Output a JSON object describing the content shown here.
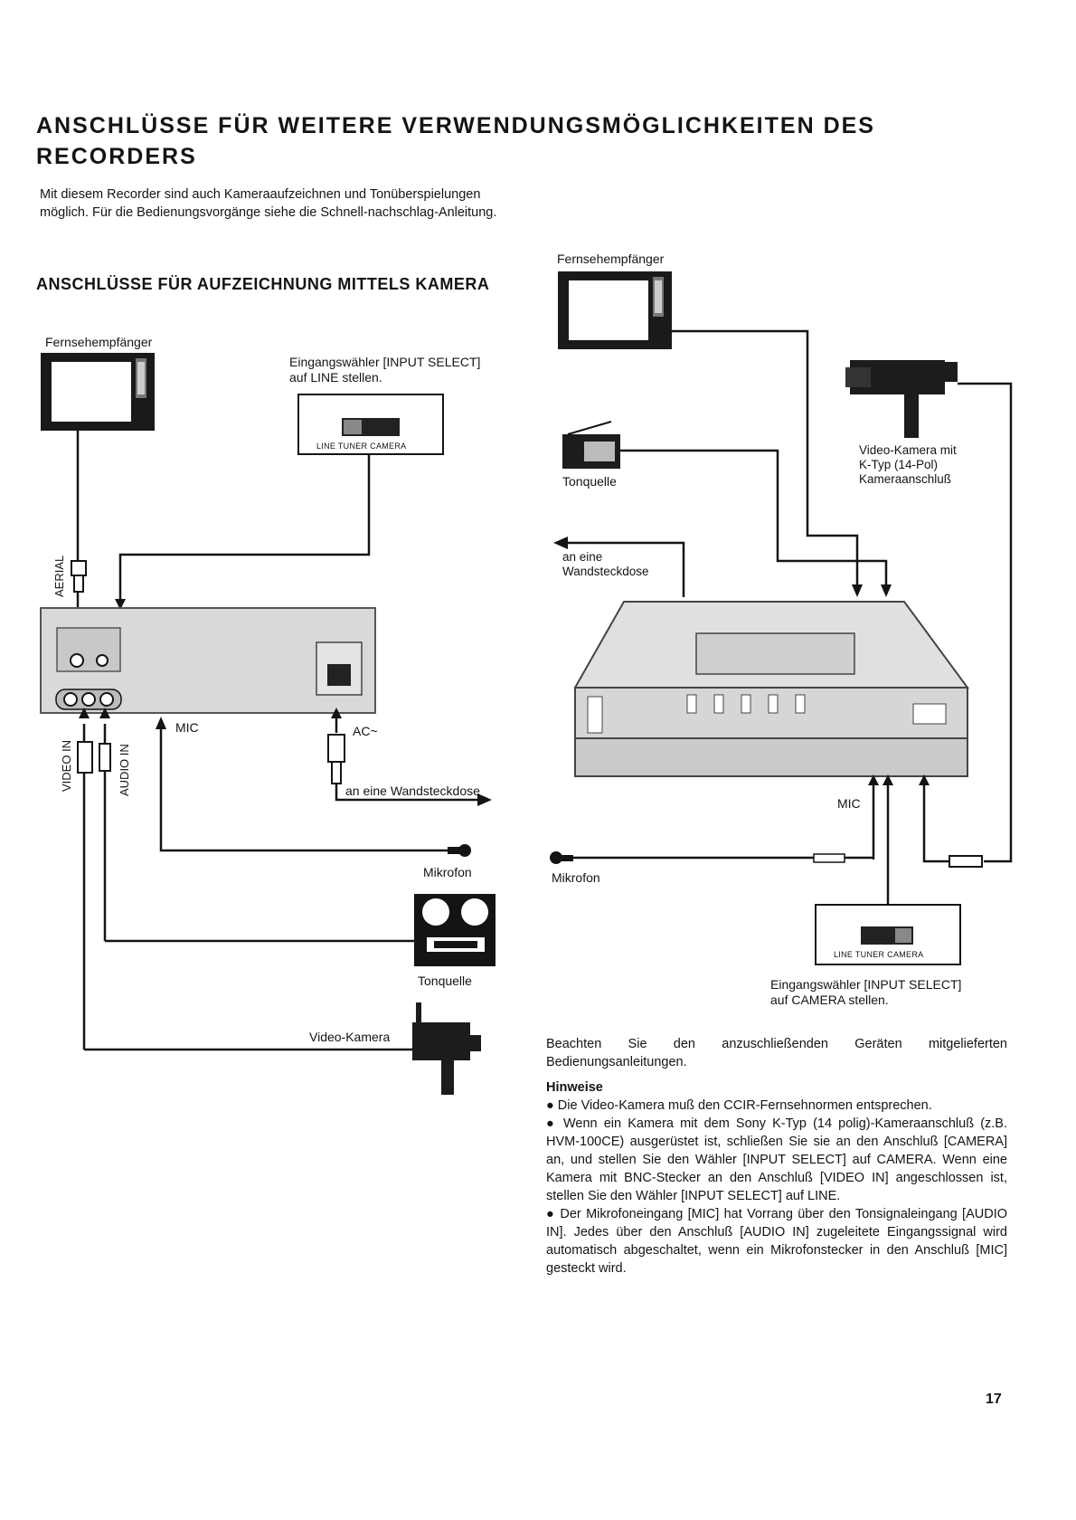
{
  "title": "ANSCHLÜSSE FÜR WEITERE VERWENDUNGSMÖGLICHKEITEN DES RECORDERS",
  "intro": "Mit diesem Recorder sind auch Kameraaufzeichnen und Tonüberspielungen möglich. Für die Bedienungsvorgänge siehe die Schnell-nachschlag-Anleitung.",
  "section_title": "ANSCHLÜSSE FÜR AUFZEICHNUNG MITTELS KAMERA",
  "left_diagram": {
    "tv_label": "Fernsehempfänger",
    "selector_note": "Eingangswähler [INPUT SELECT]\nauf LINE stellen.",
    "selector_positions": "LINE TUNER CAMERA",
    "aerial_label": "AERIAL",
    "video_in_label": "VIDEO IN",
    "audio_in_label": "AUDIO IN",
    "mic_label": "MIC",
    "ac_label": "AC~",
    "wall_socket_label": "an eine Wandsteckdose",
    "mic_device_label": "Mikrofon",
    "audio_source_label": "Tonquelle",
    "camera_label": "Video-Kamera"
  },
  "right_diagram": {
    "tv_label": "Fernsehempfänger",
    "audio_source_label": "Tonquelle",
    "camera_label": "Video-Kamera mit\nK-Typ (14-Pol)\nKameraanschluß",
    "wall_socket_label": "an eine\nWandsteckdose",
    "mic_label": "MIC",
    "mic_device_label": "Mikrofon",
    "selector_positions": "LINE TUNER CAMERA",
    "selector_note": "Eingangswähler [INPUT SELECT]\nauf CAMERA stellen."
  },
  "notes": {
    "intro": "Beachten Sie den anzuschließenden Geräten mitgelieferten Bedienungsanleitungen.",
    "hints_title": "Hinweise",
    "hints": [
      "● Die Video-Kamera muß den CCIR-Fernsehnormen entsprechen.",
      "● Wenn ein Kamera mit dem Sony K-Typ (14 polig)-Kameraanschluß (z.B. HVM-100CE) ausgerüstet ist, schließen Sie sie an den Anschluß [CAMERA] an, und stellen Sie den Wähler [INPUT SELECT] auf CAMERA. Wenn eine Kamera mit BNC-Stecker an den Anschluß [VIDEO IN] angeschlossen ist, stellen Sie den Wähler [INPUT SELECT] auf LINE.",
      "● Der Mikrofoneingang [MIC] hat Vorrang über den Tonsignaleingang [AUDIO IN]. Jedes über den Anschluß [AUDIO IN] zugeleitete Eingangssignal wird automatisch abgeschaltet, wenn ein Mikrofonstecker in den Anschluß [MIC] gesteckt wird."
    ]
  },
  "page_number": "17"
}
